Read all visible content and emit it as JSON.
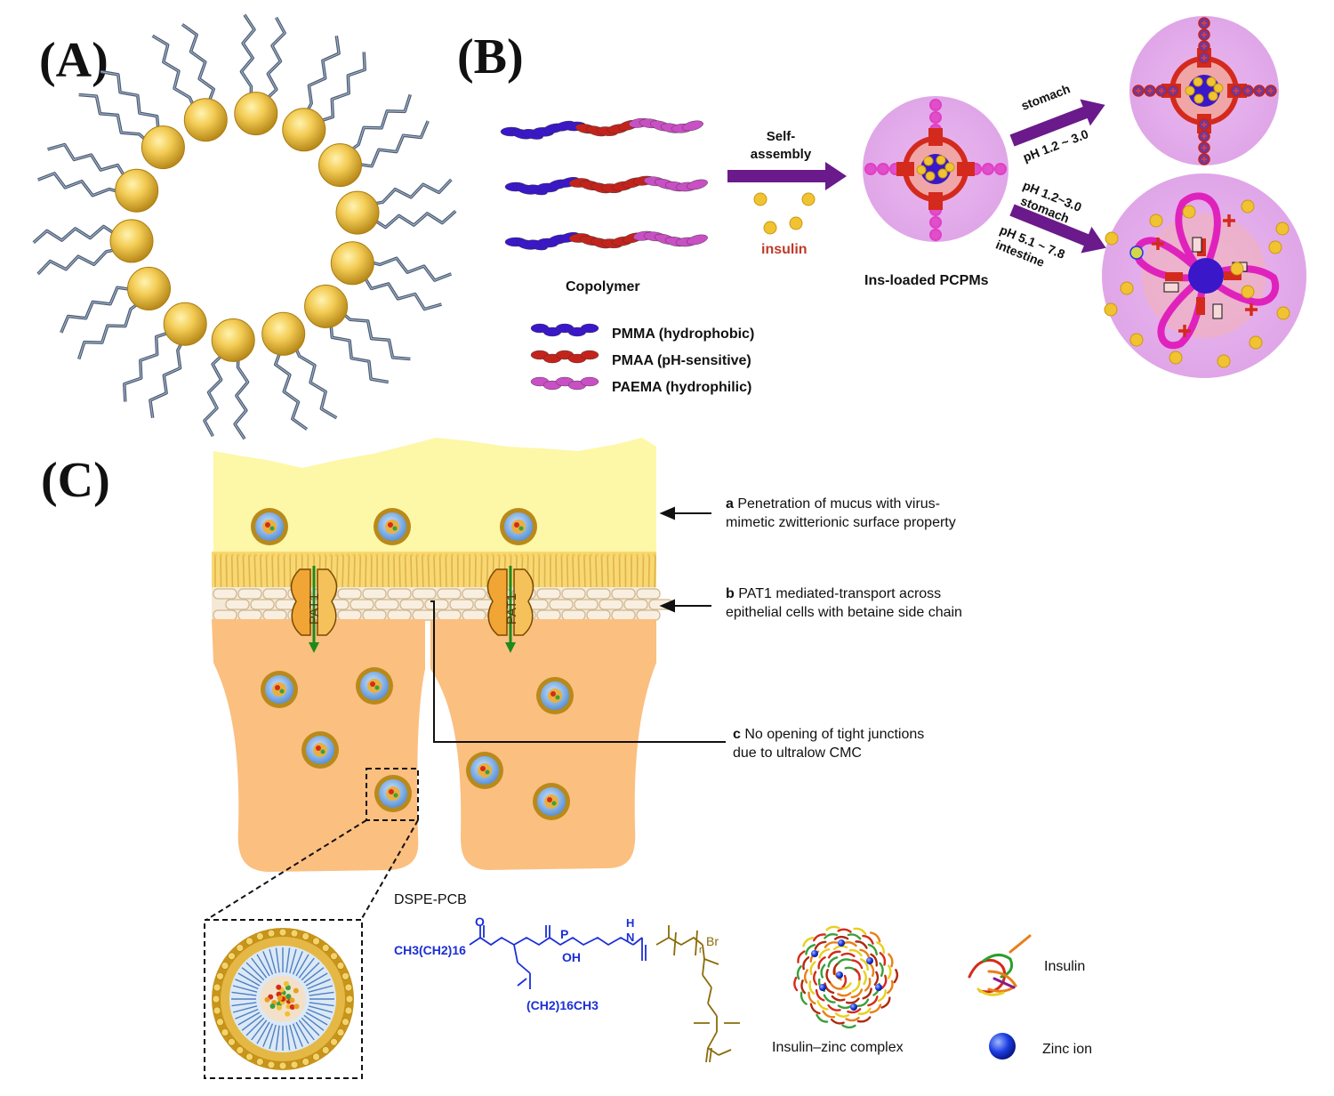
{
  "panels": {
    "a": "(A)",
    "b": "(B)",
    "c": "(C)"
  },
  "panel_b": {
    "copolymer": "Copolymer",
    "self_assembly_line1": "Self-",
    "self_assembly_line2": "assembly",
    "insulin": "insulin",
    "ins_loaded": "Ins-loaded PCPMs",
    "upper_arrow_top": "stomach",
    "upper_arrow_bottom": "pH 1.2 ~ 3.0",
    "lower_arrow_line1": "pH 1.2~3.0",
    "lower_arrow_line2": "stomach",
    "lower_arrow_line3": "pH 5.1 ~ 7.8",
    "lower_arrow_line4": "intestine",
    "legend": [
      {
        "label": "PMMA (hydrophobic)",
        "color": "#3a17c9"
      },
      {
        "label": "PMAA (pH-sensitive)",
        "color": "#c4231c"
      },
      {
        "label": "PAEMA (hydrophilic)",
        "color": "#c94fc4"
      }
    ]
  },
  "panel_c": {
    "annotation_a_letter": "a",
    "annotation_a_line1": "Penetration of mucus with virus-",
    "annotation_a_line2": "mimetic zwitterionic surface property",
    "annotation_b_letter": "b",
    "annotation_b_line1": "PAT1 mediated-transport across",
    "annotation_b_line2": "epithelial cells with betaine side chain",
    "annotation_c_letter": "c",
    "annotation_c_line1": "No opening of tight junctions",
    "annotation_c_line2": "due to ultralow CMC",
    "pat1": "PAT1",
    "dspe_pcb": "DSPE-PCB",
    "chem_left": "CH3(CH2)16",
    "chem_bottom": "(CH2)16CH3",
    "chem_o1": "O",
    "chem_p": "P",
    "chem_oh": "OH",
    "chem_h": "H",
    "chem_n": "N",
    "chem_br": "Br",
    "chem_n_sub": "n",
    "insulin_zinc": "Insulin–zinc complex",
    "insulin": "Insulin",
    "zinc_ion": "Zinc ion"
  }
}
